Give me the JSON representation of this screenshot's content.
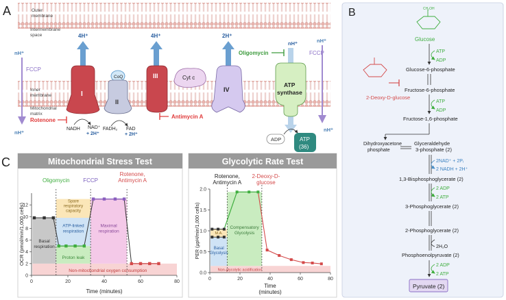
{
  "panels": {
    "a": {
      "letter": "A",
      "outer_membrane": [
        "Outer",
        "membrane"
      ],
      "intermembrane": [
        "Intermembrane",
        "space"
      ],
      "inner_membrane": [
        "Inner",
        "membrane"
      ],
      "matrix": [
        "Mitochondrial",
        "matrix"
      ],
      "nh_top": "nH⁺",
      "nh_bottom": "nH⁺",
      "fccp_left": "FCCP",
      "fccp_right": "FCCP",
      "complex_1": "I",
      "complex_2": "II",
      "complex_3": "III",
      "complex_4": "IV",
      "coq": "CoQ",
      "cytc": "Cyt c",
      "atp_synthase": [
        "ATP",
        "synthase"
      ],
      "h_c1": "4H⁺",
      "h_c3": "4H⁺",
      "h_c4": "2H⁺",
      "h_synthase": "nH⁺",
      "nh_right_bottom": "nH⁺",
      "oligomycin": "Oligomycin",
      "rotenone": "Rotenone",
      "antimycin": "Antimycin A",
      "nadh": "NADH",
      "nad": "NAD⁺",
      "nad_h": "+ 2H⁺",
      "fadh2": "FADH₂",
      "fad": "FAD",
      "fad_h": "+ 2H⁺",
      "adp": "ADP",
      "atp": "ATP",
      "atp_count": "(36)"
    },
    "b": {
      "letter": "B",
      "glucose_struct": "CH₂OH",
      "glucose": "Glucose",
      "atp1": "ATP",
      "adp1": "ADP",
      "g6p": "Glucose-6-phosphate",
      "f6p": "Fructose-6-phosphate",
      "deoxy": "2-Deoxy-D-glucose",
      "atp2": "ATP",
      "adp2": "ADP",
      "f16bp": "Fructose-1,6-phosphate",
      "dhap": [
        "Dihydroxyacetone",
        "phosphate"
      ],
      "g3p": [
        "Glyceraldehyde",
        "3-phosphate (2)"
      ],
      "nad_in": "2NAD⁺ + 2Pᵢ",
      "nadh_out": "2 NADH + 2H⁺",
      "bpg": "1,3-Bisphosphoglycerate (2)",
      "adp3": "2 ADP",
      "atp3": "2 ATP",
      "pg3": "3-Phosphoglycerate (2)",
      "pg2": "2-Phosphoglycerate (2)",
      "water": "2H₂O",
      "pep": "Phosphoenolpyruvate (2)",
      "adp4": "2 ADP",
      "atp4": "2 ATP",
      "pyruvate": "Pyruvate (2)"
    },
    "c": {
      "letter": "C",
      "mito_title": "Mitochondrial Stress Test",
      "glyco_title": "Glycolytic Rate Test"
    }
  },
  "colors": {
    "membrane": "#f1c9c5",
    "complex_red": "#c9474e",
    "complex_lavender": "#d5c9ef",
    "synthase_green": "#d6efc2",
    "atp_teal": "#2f8a80",
    "proton_blue": "#6a9fd0",
    "inhibitor_red": "#e03a3a",
    "arrow_green": "#3fae3f",
    "title_grey": "#999999"
  },
  "chart_data": [
    {
      "type": "line",
      "title": "Mitochondrial Stress Test",
      "xlabel": "Time (minutes)",
      "ylabel": "OCR (pmol/min/1,000 cells)",
      "xlim": [
        0,
        80
      ],
      "ylim": [
        0,
        14
      ],
      "xticks": [
        0,
        20,
        40,
        60,
        80
      ],
      "yticks": [
        0,
        2,
        4,
        6,
        8,
        10,
        12
      ],
      "series": [
        {
          "x": [
            1.5,
            7,
            12,
            15,
            19,
            24,
            29,
            34,
            40,
            46,
            51,
            55,
            60,
            65,
            70
          ],
          "values": [
            9.8,
            9.8,
            9.8,
            5.0,
            5.0,
            5.0,
            5.0,
            13.0,
            13.0,
            13.0,
            13.0,
            2.0,
            2.0,
            2.0,
            2.0
          ]
        }
      ],
      "injections": [
        {
          "label": "Oligomycin",
          "x": 13.5
        },
        {
          "label": "FCCP",
          "x": 32.5
        },
        {
          "label": "Rotenone,\nAntimycin A",
          "x": 52.5
        }
      ],
      "annotations": {
        "basal": [
          "Basal",
          "respiration"
        ],
        "spare": [
          "Spare",
          "respiratory",
          "capacity"
        ],
        "atp_linked": [
          "ATP-linked",
          "respiration"
        ],
        "proton_leak": "Proton leak",
        "maximal": [
          "Maximal",
          "respiration"
        ],
        "non_mito": "Non-mitochondrial oxygen consumption"
      },
      "grid": false
    },
    {
      "type": "line",
      "title": "Glycolytic Rate Test",
      "xlabel": "Time (minutes)",
      "ylabel": "PER (μpH/min/1,000 cells)",
      "xlim": [
        0,
        80
      ],
      "ylim": [
        0,
        2.0
      ],
      "xticks": [
        0,
        20,
        40,
        60,
        80
      ],
      "yticks": [
        0.0,
        0.5,
        1.0,
        1.5,
        2.0
      ],
      "series": [
        {
          "x": [
            1.5,
            5.5,
            9.5,
            18,
            26,
            32,
            38,
            46,
            54,
            62,
            68,
            74
          ],
          "values": [
            1.04,
            1.04,
            1.04,
            1.93,
            1.93,
            1.93,
            0.54,
            0.41,
            0.31,
            0.24,
            0.23,
            0.21
          ]
        },
        {
          "x": [
            1.5,
            5.5,
            9.5
          ],
          "values": [
            0.85,
            0.85,
            0.85
          ]
        }
      ],
      "injections": [
        {
          "label": "Rotenone,\nAntimycin A",
          "x": 11.5
        },
        {
          "label": "2-Deoxy-D-\nglucose",
          "x": 34.5
        }
      ],
      "annotations": {
        "ma": "M.A.",
        "basal": [
          "Basal",
          "Glycolysis"
        ],
        "compensatory": [
          "Compensatory",
          "Glycolysis"
        ],
        "non_glyco": "Non-glycolytic acidification"
      },
      "grid": false
    }
  ]
}
